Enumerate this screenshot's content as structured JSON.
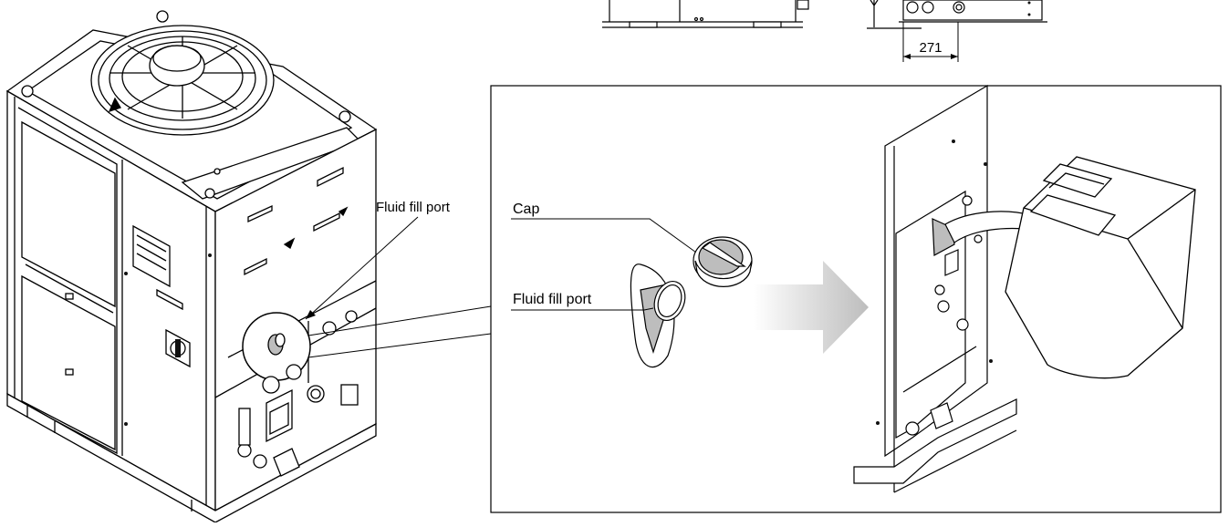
{
  "dimensions": {
    "width_label": "271"
  },
  "callouts": {
    "main_fill_port": "Fluid fill port",
    "cap": "Cap",
    "detail_fill_port": "Fluid fill port"
  },
  "colors": {
    "line": "#000000",
    "arrow_gradient_start": "#ffffff",
    "arrow_gradient_end": "#bdbdbd",
    "shade": "#bdbdbd"
  }
}
